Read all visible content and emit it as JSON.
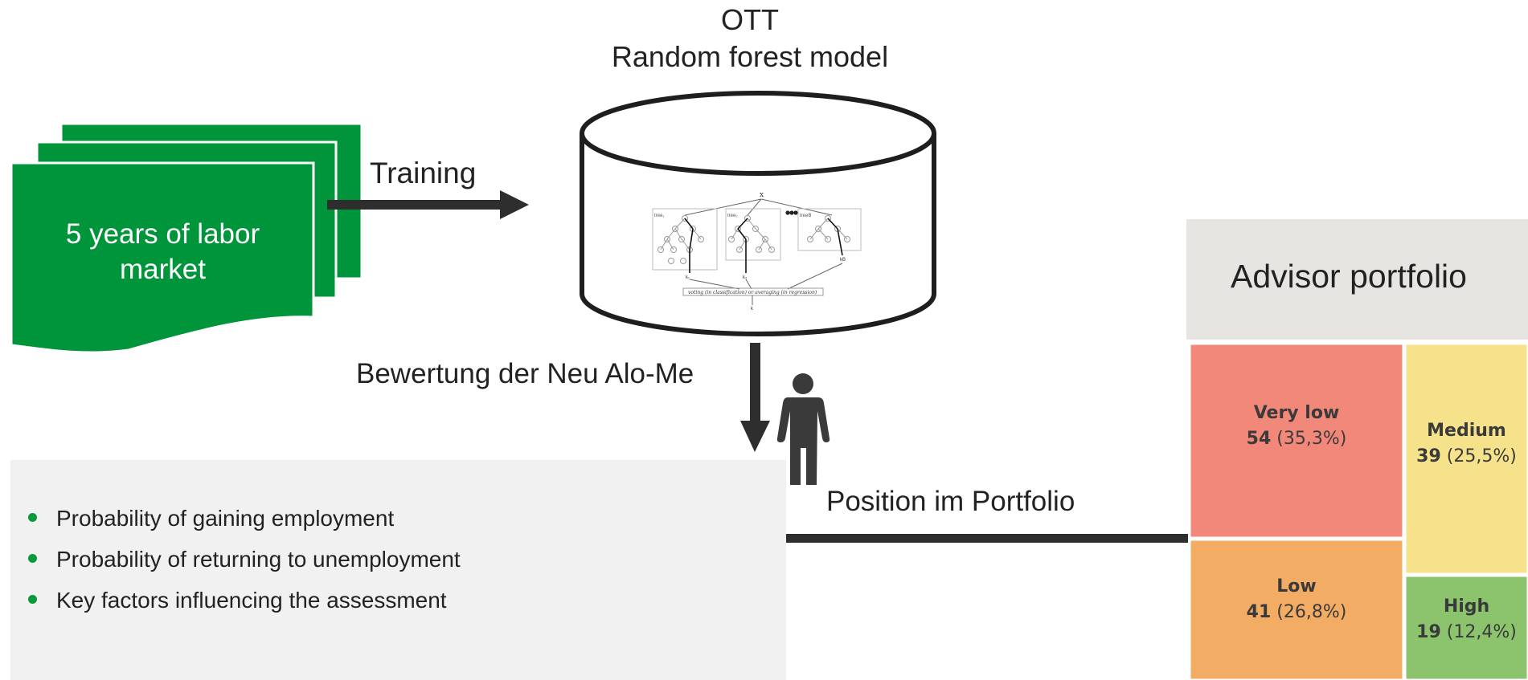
{
  "ott": {
    "line1": "OTT",
    "line2": "Random forest model"
  },
  "documents": {
    "label": "5 years of labor market"
  },
  "training": {
    "label": "Training"
  },
  "assessment": {
    "label": "Bewertung der Neu Alo-Me"
  },
  "position": {
    "label": "Position im Portfolio"
  },
  "results": {
    "items": [
      "Probability of gaining employment",
      "Probability of returning to unemployment",
      "Key factors influencing the assessment"
    ]
  },
  "portfolio": {
    "title": "Advisor portfolio",
    "tiles": [
      {
        "label": "Very low",
        "count": "54",
        "pct": "(35,3%)",
        "color": "#f2887a"
      },
      {
        "label": "Medium",
        "count": "39",
        "pct": "(25,5%)",
        "color": "#f6e28a"
      },
      {
        "label": "Low",
        "count": "41",
        "pct": "(26,8%)",
        "color": "#f2ac64"
      },
      {
        "label": "High",
        "count": "19",
        "pct": "(12,4%)",
        "color": "#8cc46e"
      }
    ]
  },
  "colors": {
    "green": "#00953a",
    "arrow": "#2e2e2e",
    "panel": "#f1f1f1",
    "header": "#e6e5e1"
  },
  "icons": [
    "person-icon",
    "random-forest-diagram"
  ]
}
